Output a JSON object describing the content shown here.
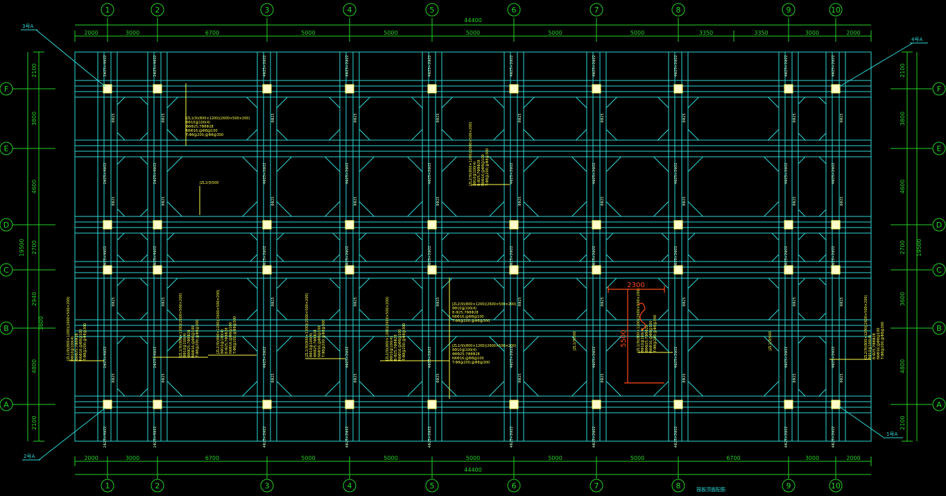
{
  "drawing": {
    "caption": "筏板顶面配筋",
    "total_length": "44400",
    "total_width": "19500"
  },
  "grid": {
    "columns": [
      "1",
      "2",
      "3",
      "4",
      "5",
      "6",
      "7",
      "8",
      "9",
      "10"
    ],
    "rows": [
      "F",
      "E",
      "D",
      "C",
      "B",
      "A"
    ]
  },
  "dims": {
    "top_spans": [
      "2000",
      "3000",
      "6700",
      "5000",
      "5000",
      "5000",
      "5000",
      "5000",
      "3350",
      "3350",
      "3000",
      "2000"
    ],
    "bottom_spans": [
      "2000",
      "3000",
      "6700",
      "5000",
      "5000",
      "5000",
      "5000",
      "5000",
      "6700",
      "3000",
      "2000"
    ],
    "left_spans": [
      "2100",
      "3800",
      "4600",
      "2700",
      "2940",
      "4800",
      "2100"
    ],
    "left_sub": "3600",
    "right_spans": [
      "2100",
      "3800",
      "4600",
      "2700",
      "3600",
      "4800",
      "2100"
    ]
  },
  "corner_labels": {
    "top_left": "3号A",
    "top_right": "4号A",
    "bottom_left": "2号A",
    "bottom_right": "1号A"
  },
  "rebar_labels": {
    "vertical": "2Φ25+4Φ22",
    "vertical_alt": "4Φ25+2Φ22",
    "short": "8Φ25"
  },
  "notes": {
    "n1": [
      "JZL1(9)(800×1200)(2600×500×200)",
      "8Φ10@100(4)",
      "Φ8Φ25;7Φ8Φ28",
      "N6Φ16;@Φ8@100",
      "T:Φ8@200;@Φ8@300"
    ],
    "n2": [
      "JZL2(9)(800×1200)(2600×500×200)",
      "8Φ10@100(4)",
      "B:Φ25;7Φ8Φ28",
      "N6Φ16;@Φ8@100",
      "T:Φ8@200;@Φ8@300"
    ],
    "short": "JZL1(9)500"
  },
  "annotation": {
    "width": "2300",
    "height": "5500"
  }
}
